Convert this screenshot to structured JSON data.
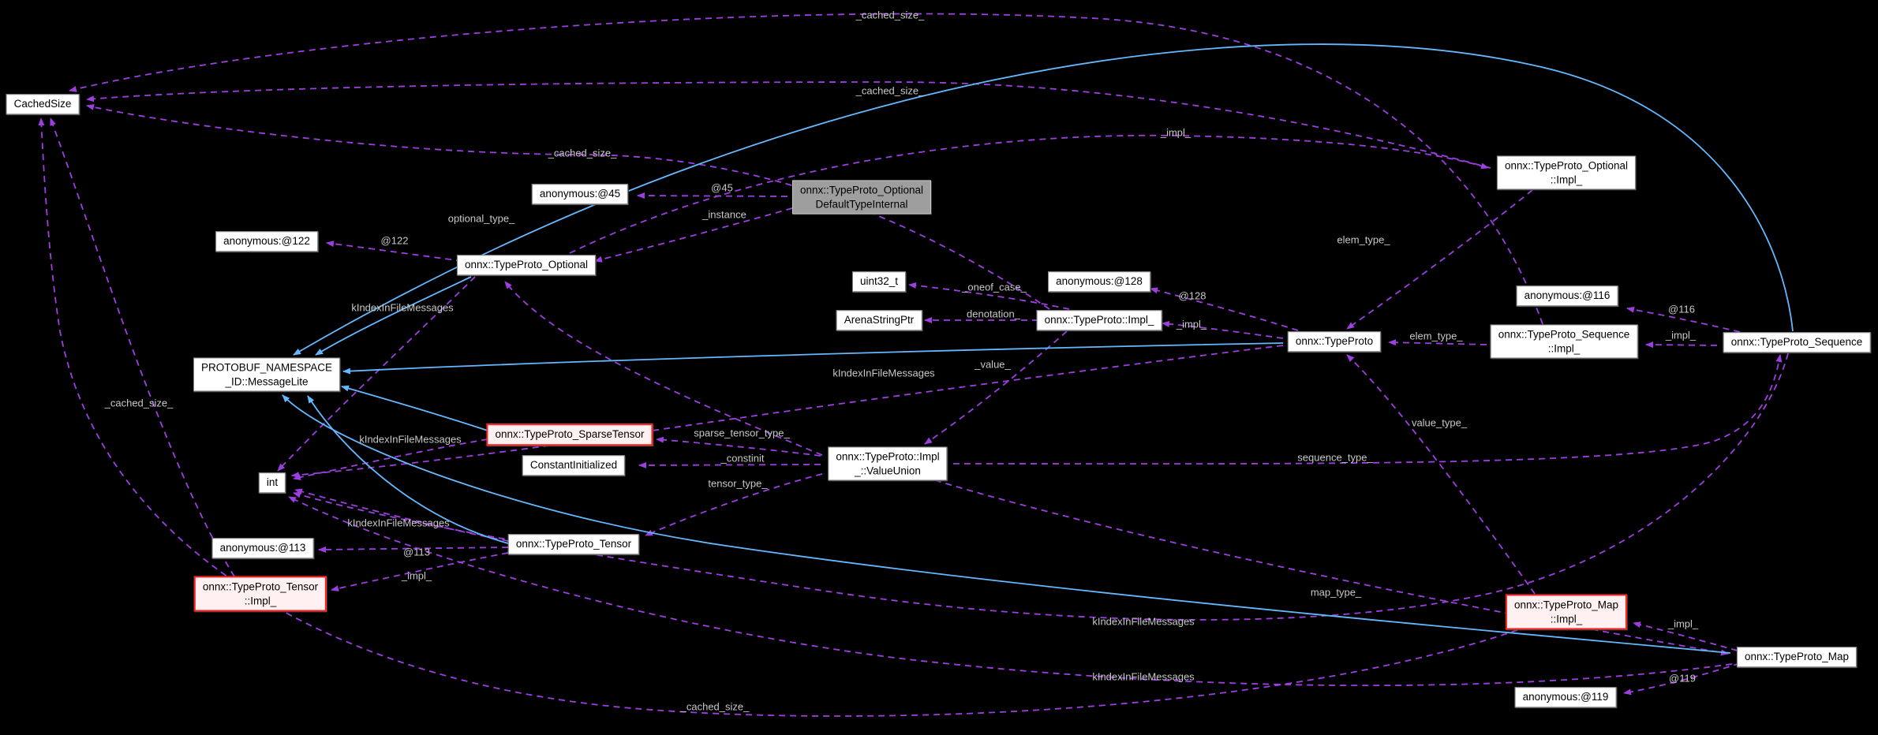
{
  "diagram": {
    "title": "onnx::TypeProto_OptionalDefaultTypeInternal collaboration graph",
    "colors": {
      "background": "#000000",
      "dashed_edge": "#9d3fe0",
      "solid_edge": "#63b8ff",
      "edge_label_text": "#c8c8c8",
      "node_fill": "#ffffff",
      "node_border": "#7e7e7e",
      "node_text": "#000000",
      "highlight_node_border": "#ff1f1f",
      "highlight_node_fill": "#fff1f1",
      "gray_node_fill": "#9e9e9e"
    },
    "nodes": [
      {
        "id": "cachedsize",
        "lines": [
          "CachedSize"
        ],
        "style": "normal"
      },
      {
        "id": "anon122",
        "lines": [
          "anonymous:@122"
        ],
        "style": "normal"
      },
      {
        "id": "anon45",
        "lines": [
          "anonymous:@45"
        ],
        "style": "normal"
      },
      {
        "id": "defaulttypeinternal",
        "lines": [
          "onnx::TypeProto_Optional",
          "DefaultTypeInternal"
        ],
        "style": "gray"
      },
      {
        "id": "typeproto_optional",
        "lines": [
          "onnx::TypeProto_Optional"
        ],
        "style": "normal"
      },
      {
        "id": "messagelite",
        "lines": [
          "PROTOBUF_NAMESPACE",
          "_ID::MessageLite"
        ],
        "style": "normal"
      },
      {
        "id": "uint32_t",
        "lines": [
          "uint32_t"
        ],
        "style": "normal"
      },
      {
        "id": "anon128",
        "lines": [
          "anonymous:@128"
        ],
        "style": "normal"
      },
      {
        "id": "arenastringptr",
        "lines": [
          "ArenaStringPtr"
        ],
        "style": "normal"
      },
      {
        "id": "typeproto_impl",
        "lines": [
          "onnx::TypeProto::Impl_"
        ],
        "style": "normal"
      },
      {
        "id": "typeproto",
        "lines": [
          "onnx::TypeProto"
        ],
        "style": "normal"
      },
      {
        "id": "optional_impl",
        "lines": [
          "onnx::TypeProto_Optional",
          "::Impl_"
        ],
        "style": "normal"
      },
      {
        "id": "anon116",
        "lines": [
          "anonymous:@116"
        ],
        "style": "normal"
      },
      {
        "id": "sequence_impl",
        "lines": [
          "onnx::TypeProto_Sequence",
          "::Impl_"
        ],
        "style": "normal"
      },
      {
        "id": "sequence",
        "lines": [
          "onnx::TypeProto_Sequence"
        ],
        "style": "normal"
      },
      {
        "id": "sparsetensor",
        "lines": [
          "onnx::TypeProto_SparseTensor"
        ],
        "style": "red"
      },
      {
        "id": "constantinitialized",
        "lines": [
          "ConstantInitialized"
        ],
        "style": "normal"
      },
      {
        "id": "valueunion",
        "lines": [
          "onnx::TypeProto::Impl",
          "_::ValueUnion"
        ],
        "style": "normal"
      },
      {
        "id": "int",
        "lines": [
          "int"
        ],
        "style": "normal"
      },
      {
        "id": "anon113",
        "lines": [
          "anonymous:@113"
        ],
        "style": "normal"
      },
      {
        "id": "tensor",
        "lines": [
          "onnx::TypeProto_Tensor"
        ],
        "style": "normal"
      },
      {
        "id": "tensor_impl",
        "lines": [
          "onnx::TypeProto_Tensor",
          "::Impl_"
        ],
        "style": "red"
      },
      {
        "id": "map_impl",
        "lines": [
          "onnx::TypeProto_Map",
          "::Impl_"
        ],
        "style": "red"
      },
      {
        "id": "map",
        "lines": [
          "onnx::TypeProto_Map"
        ],
        "style": "normal"
      },
      {
        "id": "anon119",
        "lines": [
          "anonymous:@119"
        ],
        "style": "normal"
      }
    ],
    "edge_labels": [
      {
        "id": "cs_top1",
        "text": "_cached_size_"
      },
      {
        "id": "cs_top2",
        "text": "_cached_size_"
      },
      {
        "id": "cs_top3",
        "text": "_cached_size_"
      },
      {
        "id": "cs_left",
        "text": "_cached_size_"
      },
      {
        "id": "cs_bottom",
        "text": "_cached_size_"
      },
      {
        "id": "at45",
        "text": "@45"
      },
      {
        "id": "instance",
        "text": "_instance"
      },
      {
        "id": "at122",
        "text": "@122"
      },
      {
        "id": "impl_opt",
        "text": "_impl_"
      },
      {
        "id": "opt_type",
        "text": "optional_type_"
      },
      {
        "id": "kifm1",
        "text": "kIndexInFileMessages"
      },
      {
        "id": "kifm2",
        "text": "kIndexInFileMessages"
      },
      {
        "id": "kifm3",
        "text": "kIndexInFileMessages"
      },
      {
        "id": "kifm4",
        "text": "kIndexInFileMessages"
      },
      {
        "id": "kifm5",
        "text": "kIndexInFileMessages"
      },
      {
        "id": "kifm6",
        "text": "kIndexInFileMessages"
      },
      {
        "id": "oneof_case",
        "text": "_oneof_case_"
      },
      {
        "id": "denotation",
        "text": "denotation_"
      },
      {
        "id": "at128",
        "text": "@128"
      },
      {
        "id": "impl_tp",
        "text": "_impl_"
      },
      {
        "id": "value",
        "text": "_value_"
      },
      {
        "id": "elem_type1",
        "text": "elem_type_"
      },
      {
        "id": "elem_type2",
        "text": "elem_type_"
      },
      {
        "id": "at116",
        "text": "@116"
      },
      {
        "id": "impl_seq",
        "text": "_impl_"
      },
      {
        "id": "sparse_tensor_type",
        "text": "sparse_tensor_type_"
      },
      {
        "id": "constinit",
        "text": "_constinit"
      },
      {
        "id": "tensor_type",
        "text": "tensor_type_"
      },
      {
        "id": "sequence_type",
        "text": "sequence_type_"
      },
      {
        "id": "map_type",
        "text": "map_type_"
      },
      {
        "id": "value_type",
        "text": "value_type_"
      },
      {
        "id": "at113",
        "text": "@113"
      },
      {
        "id": "impl_tensor",
        "text": "_impl_"
      },
      {
        "id": "impl_map",
        "text": "_impl_"
      },
      {
        "id": "at119",
        "text": "@119"
      }
    ]
  }
}
